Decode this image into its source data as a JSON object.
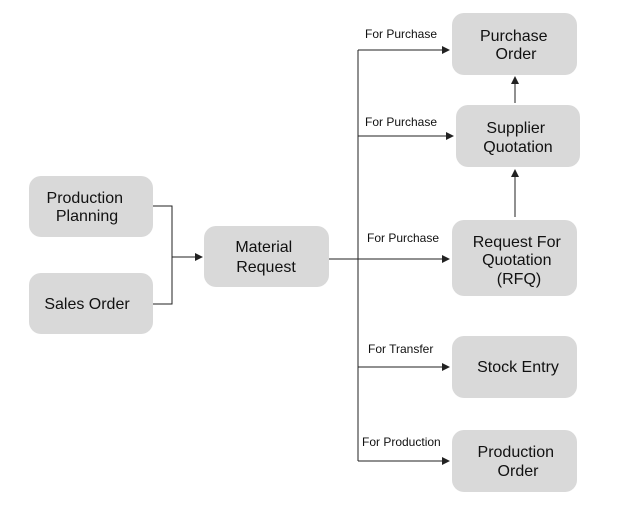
{
  "nodes": {
    "production_planning": [
      "Production",
      "Planning"
    ],
    "sales_order": [
      "Sales Order"
    ],
    "material_request": [
      "Material",
      "Request"
    ],
    "purchase_order": [
      "Purchase",
      "Order"
    ],
    "supplier_quotation": [
      "Supplier",
      "Quotation"
    ],
    "rfq": [
      "Request For",
      "Quotation",
      "(RFQ)"
    ],
    "stock_entry": [
      "Stock Entry"
    ],
    "production_order": [
      "Production",
      "Order"
    ]
  },
  "edge_labels": {
    "to_purchase_order": "For Purchase",
    "to_supplier_quotation": "For Purchase",
    "to_rfq": "For Purchase",
    "to_stock_entry": "For Transfer",
    "to_production_order": "For Production"
  },
  "colors": {
    "node_fill": "#d9d9d9",
    "line": "#222222"
  }
}
